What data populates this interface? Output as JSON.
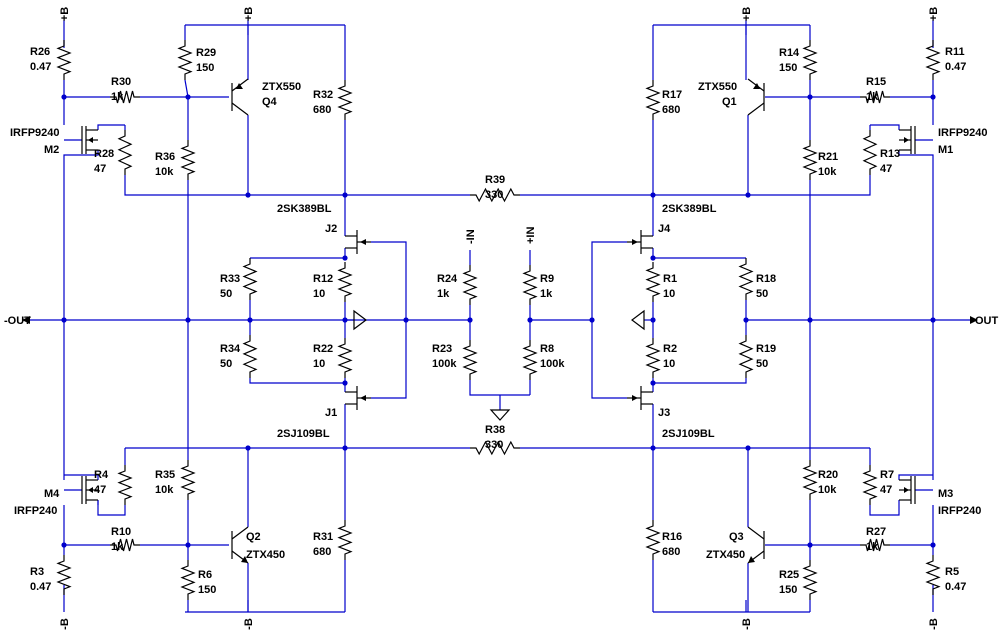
{
  "resistors": [
    {
      "id": "R26",
      "ref": "R26",
      "val": "0.47"
    },
    {
      "id": "R29",
      "ref": "R29",
      "val": "150"
    },
    {
      "id": "R30",
      "ref": "R30",
      "val": "1k"
    },
    {
      "id": "R32",
      "ref": "R32",
      "val": "680"
    },
    {
      "id": "R28",
      "ref": "R28",
      "val": "47"
    },
    {
      "id": "R36",
      "ref": "R36",
      "val": "10k"
    },
    {
      "id": "R39",
      "ref": "R39",
      "val": "330"
    },
    {
      "id": "R33",
      "ref": "R33",
      "val": "50"
    },
    {
      "id": "R12",
      "ref": "R12",
      "val": "10"
    },
    {
      "id": "R34",
      "ref": "R34",
      "val": "50"
    },
    {
      "id": "R22",
      "ref": "R22",
      "val": "10"
    },
    {
      "id": "R24",
      "ref": "R24",
      "val": "1k"
    },
    {
      "id": "R9",
      "ref": "R9",
      "val": "1k"
    },
    {
      "id": "R23",
      "ref": "R23",
      "val": "100k"
    },
    {
      "id": "R8",
      "ref": "R8",
      "val": "100k"
    },
    {
      "id": "R38",
      "ref": "R38",
      "val": "330"
    },
    {
      "id": "R1",
      "ref": "R1",
      "val": "10"
    },
    {
      "id": "R18",
      "ref": "R18",
      "val": "50"
    },
    {
      "id": "R2",
      "ref": "R2",
      "val": "10"
    },
    {
      "id": "R19",
      "ref": "R19",
      "val": "50"
    },
    {
      "id": "R17",
      "ref": "R17",
      "val": "680"
    },
    {
      "id": "R14",
      "ref": "R14",
      "val": "150"
    },
    {
      "id": "R11",
      "ref": "R11",
      "val": "0.47"
    },
    {
      "id": "R15",
      "ref": "R15",
      "val": "1k"
    },
    {
      "id": "R21",
      "ref": "R21",
      "val": "10k"
    },
    {
      "id": "R13",
      "ref": "R13",
      "val": "47"
    },
    {
      "id": "R4",
      "ref": "R4",
      "val": "47"
    },
    {
      "id": "R35",
      "ref": "R35",
      "val": "10k"
    },
    {
      "id": "R10",
      "ref": "R10",
      "val": "1k"
    },
    {
      "id": "R3",
      "ref": "R3",
      "val": "0.47"
    },
    {
      "id": "R6",
      "ref": "R6",
      "val": "150"
    },
    {
      "id": "R31",
      "ref": "R31",
      "val": "680"
    },
    {
      "id": "R16",
      "ref": "R16",
      "val": "680"
    },
    {
      "id": "R20",
      "ref": "R20",
      "val": "10k"
    },
    {
      "id": "R7",
      "ref": "R7",
      "val": "47"
    },
    {
      "id": "R27",
      "ref": "R27",
      "val": "1k"
    },
    {
      "id": "R25",
      "ref": "R25",
      "val": "150"
    },
    {
      "id": "R5",
      "ref": "R5",
      "val": "0.47"
    }
  ],
  "transistors": [
    {
      "id": "Q4",
      "ref": "Q4",
      "part": "ZTX550"
    },
    {
      "id": "Q1",
      "ref": "Q1",
      "part": "ZTX550"
    },
    {
      "id": "Q2",
      "ref": "Q2",
      "part": "ZTX450"
    },
    {
      "id": "Q3",
      "ref": "Q3",
      "part": "ZTX450"
    },
    {
      "id": "M2",
      "ref": "M2",
      "part": "IRFP9240"
    },
    {
      "id": "M1",
      "ref": "M1",
      "part": "IRFP9240"
    },
    {
      "id": "M4",
      "ref": "M4",
      "part": "IRFP240"
    },
    {
      "id": "M3",
      "ref": "M3",
      "part": "IRFP240"
    },
    {
      "id": "J2",
      "ref": "J2",
      "part": "2SK389BL"
    },
    {
      "id": "J4",
      "ref": "J4",
      "part": "2SK389BL"
    },
    {
      "id": "J1",
      "ref": "J1",
      "part": "2SJ109BL"
    },
    {
      "id": "J3",
      "ref": "J3",
      "part": "2SJ109BL"
    }
  ],
  "rails": {
    "pos": "+B",
    "neg": "-B"
  },
  "ports": {
    "out_neg": "-OUT",
    "out_pos": "OUT",
    "in_neg": "-IN",
    "in_pos": "+IN"
  }
}
